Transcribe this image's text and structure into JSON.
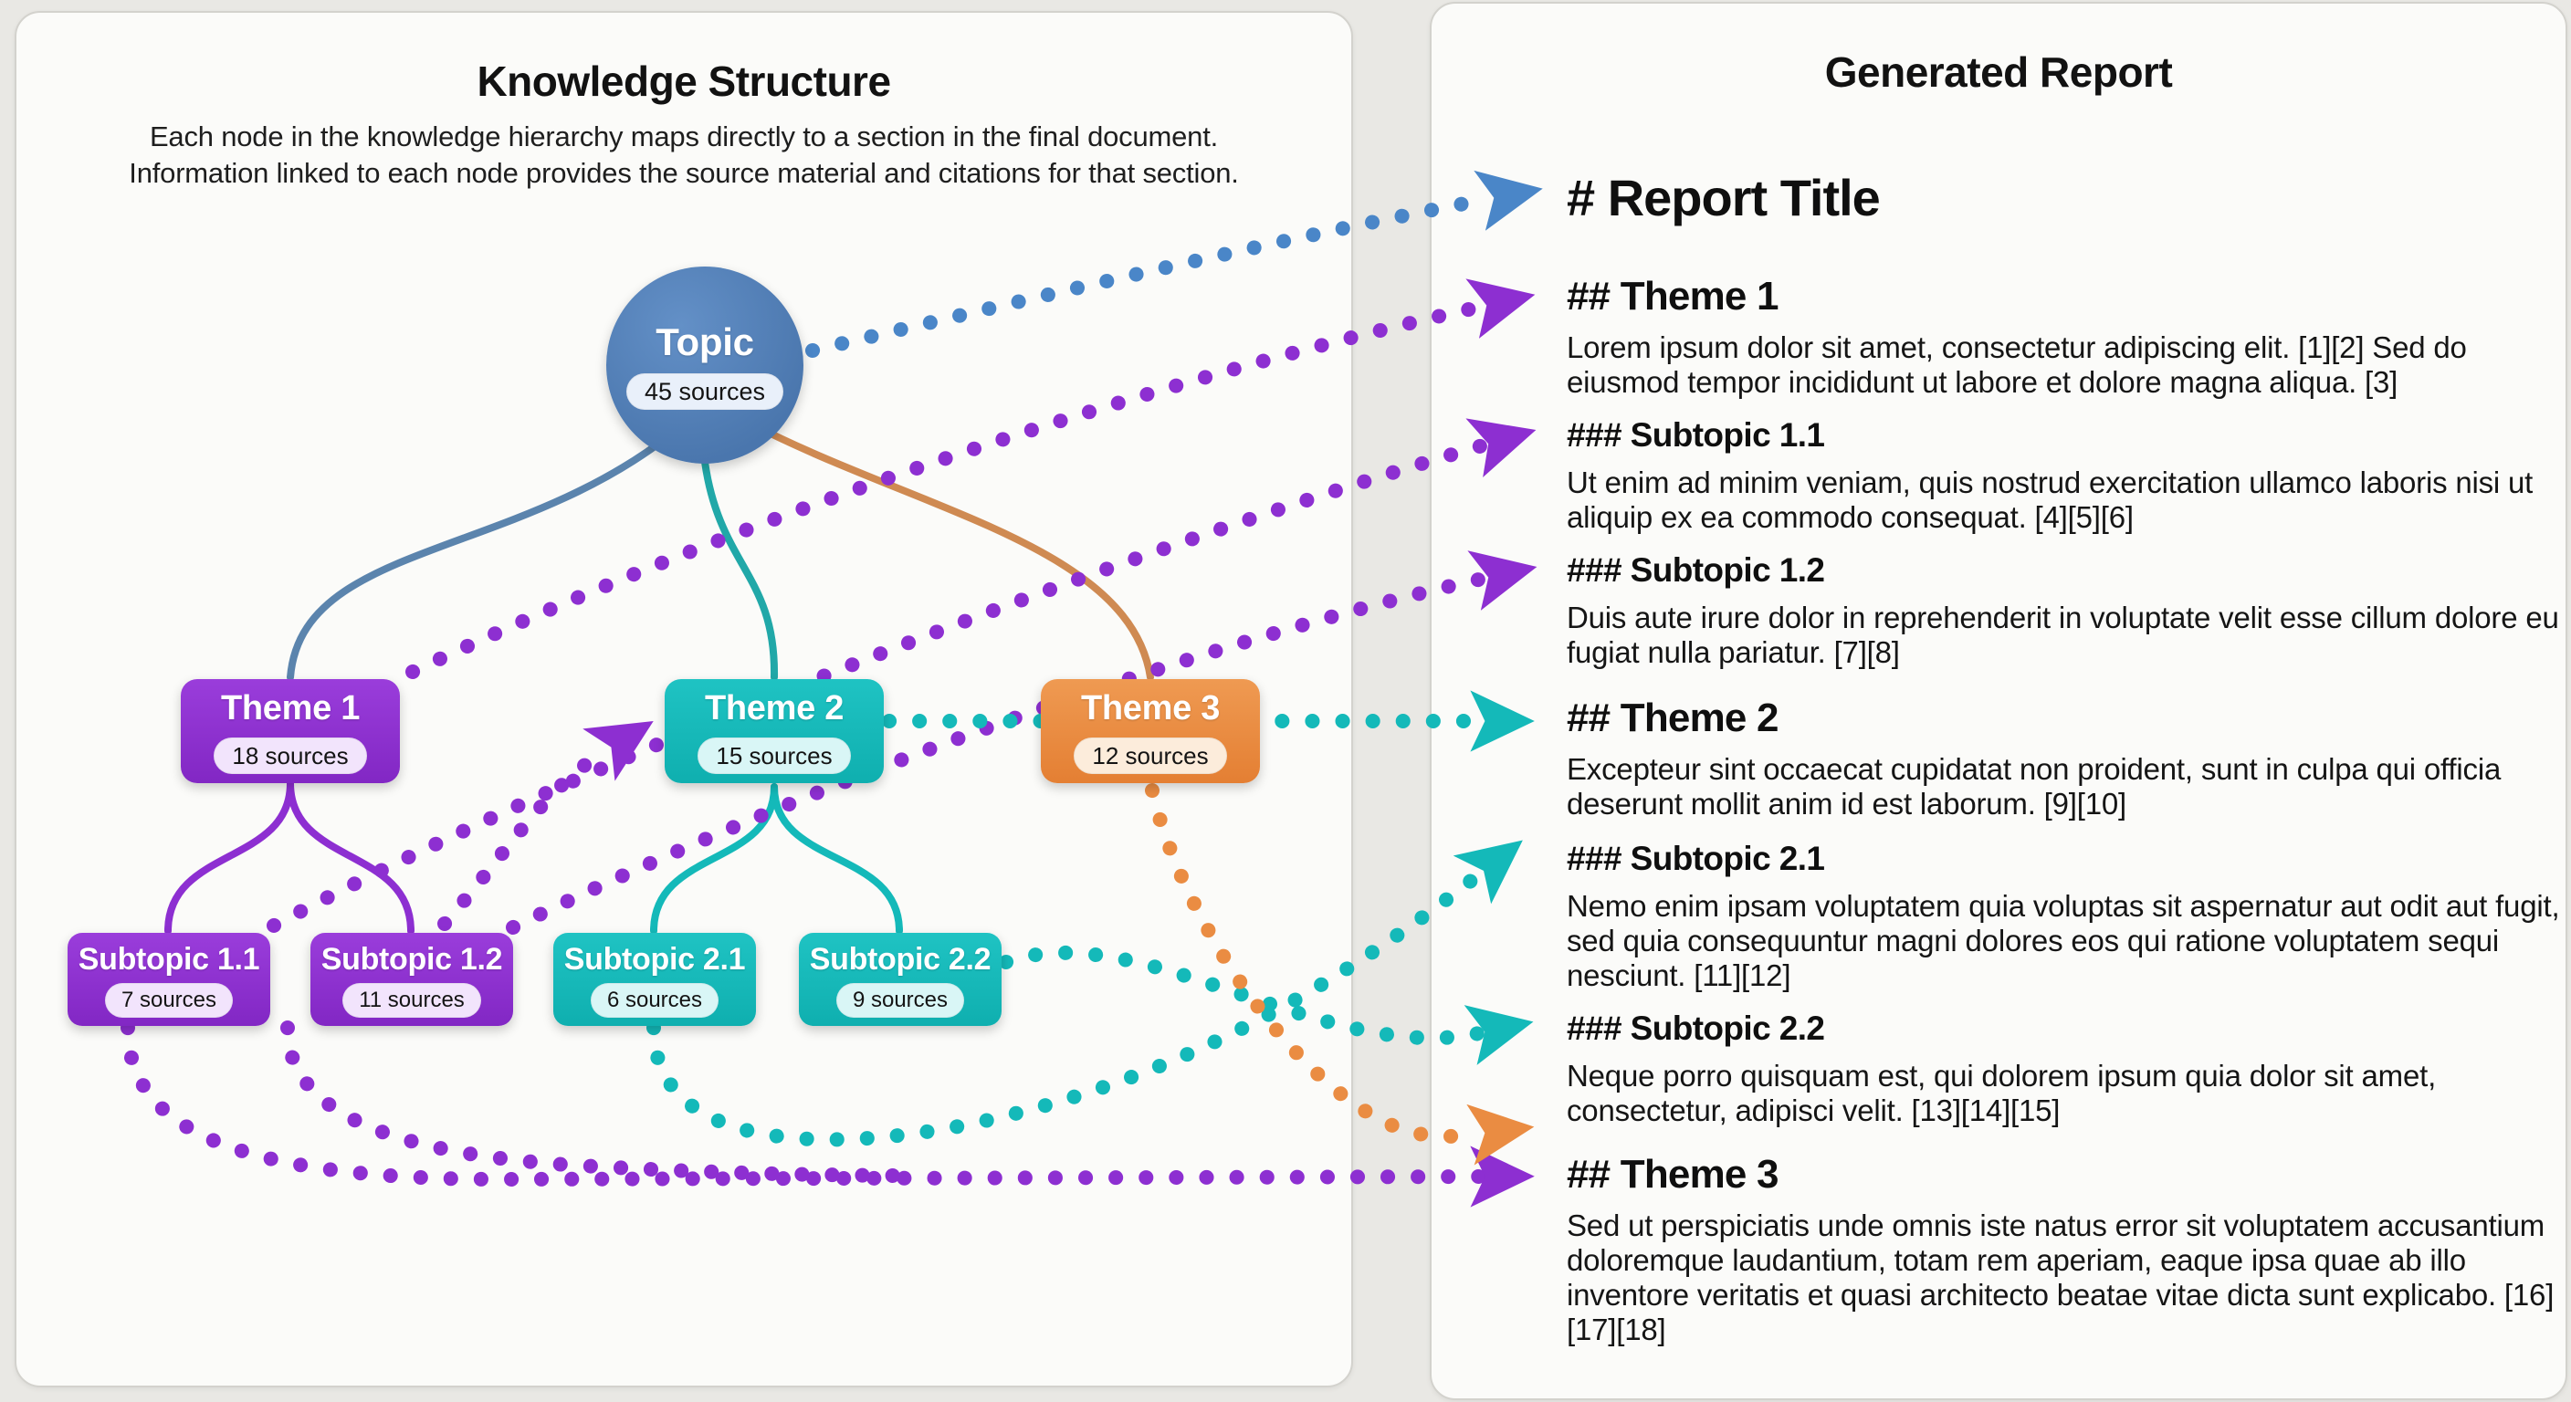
{
  "left_panel": {
    "title": "Knowledge Structure",
    "subtitle": "Each node in the knowledge hierarchy maps directly to a section in the final document. Information linked to each node provides the source material and citations for that section.",
    "nodes": {
      "topic": {
        "label": "Topic",
        "badge": "45 sources"
      },
      "theme1": {
        "label": "Theme 1",
        "badge": "18 sources"
      },
      "theme2": {
        "label": "Theme 2",
        "badge": "15 sources"
      },
      "theme3": {
        "label": "Theme 3",
        "badge": "12 sources"
      },
      "subtopic11": {
        "label": "Subtopic 1.1",
        "badge": "7 sources"
      },
      "subtopic12": {
        "label": "Subtopic 1.2",
        "badge": "11 sources"
      },
      "subtopic21": {
        "label": "Subtopic 2.1",
        "badge": "6 sources"
      },
      "subtopic22": {
        "label": "Subtopic 2.2",
        "badge": "9 sources"
      }
    }
  },
  "right_panel": {
    "title": "Generated Report",
    "sections": [
      {
        "heading": "# Report Title",
        "body": ""
      },
      {
        "heading": "## Theme 1",
        "body": "Lorem ipsum dolor sit amet, consectetur adipiscing elit. [1][2] Sed do eiusmod tempor incididunt ut labore et dolore magna aliqua. [3]"
      },
      {
        "heading": "### Subtopic 1.1",
        "body": "Ut enim ad minim veniam, quis nostrud exercitation ullamco laboris nisi ut aliquip ex ea commodo consequat. [4][5][6]"
      },
      {
        "heading": "### Subtopic 1.2",
        "body": "Duis aute irure dolor in reprehenderit in voluptate velit esse cillum dolore eu fugiat nulla pariatur. [7][8]"
      },
      {
        "heading": "## Theme 2",
        "body": "Excepteur sint occaecat cupidatat non proident, sunt in culpa qui officia deserunt mollit anim id est laborum. [9][10]"
      },
      {
        "heading": "### Subtopic 2.1",
        "body": "Nemo enim ipsam voluptatem quia voluptas sit aspernatur aut odit aut fugit, sed quia consequuntur magni dolores eos qui ratione voluptatem sequi nesciunt. [11][12]"
      },
      {
        "heading": "### Subtopic 2.2",
        "body": "Neque porro quisquam est, qui dolorem ipsum quia dolor sit amet, consectetur, adipisci velit. [13][14][15]"
      },
      {
        "heading": "## Theme 3",
        "body": "Sed ut perspiciatis unde omnis iste natus error sit voluptatem accusantium doloremque laudantium, totam rem aperiam, eaque ipsa quae ab illo inventore veritatis et quasi architecto beatae vitae dicta sunt explicabo. [16][17][18]"
      }
    ]
  },
  "colors": {
    "blue": "#4a86c8",
    "purple": "#8d2fd1",
    "teal": "#14b9b9",
    "orange": "#ea8c42"
  }
}
